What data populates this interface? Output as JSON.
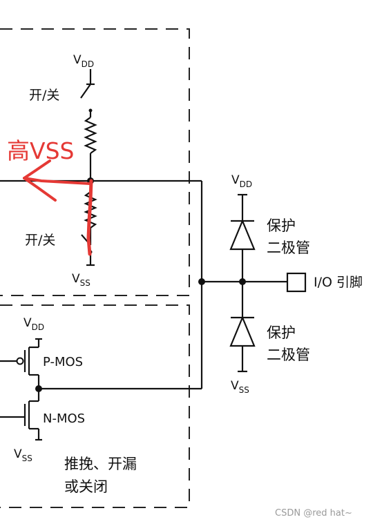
{
  "upper_block": {
    "vdd": {
      "main": "V",
      "sub": "DD"
    },
    "vss": {
      "main": "V",
      "sub": "SS"
    },
    "switch_top_label": "开/关",
    "switch_bottom_label": "开/关"
  },
  "annotation": {
    "text": "高VSS",
    "color": "#e53935"
  },
  "protection": {
    "vdd": {
      "main": "V",
      "sub": "DD"
    },
    "vss": {
      "main": "V",
      "sub": "SS"
    },
    "upper_diode_label_1": "保护",
    "upper_diode_label_2": "二极管",
    "lower_diode_label_1": "保护",
    "lower_diode_label_2": "二极管",
    "io_pin_label": "I/O 引脚"
  },
  "lower_block": {
    "vdd": {
      "main": "V",
      "sub": "DD"
    },
    "vss": {
      "main": "V",
      "sub": "SS"
    },
    "pmos_label": "P-MOS",
    "nmos_label": "N-MOS",
    "mode_line_1": "推挽、开漏",
    "mode_line_2": "或关闭"
  },
  "watermark": "CSDN @red hat~"
}
